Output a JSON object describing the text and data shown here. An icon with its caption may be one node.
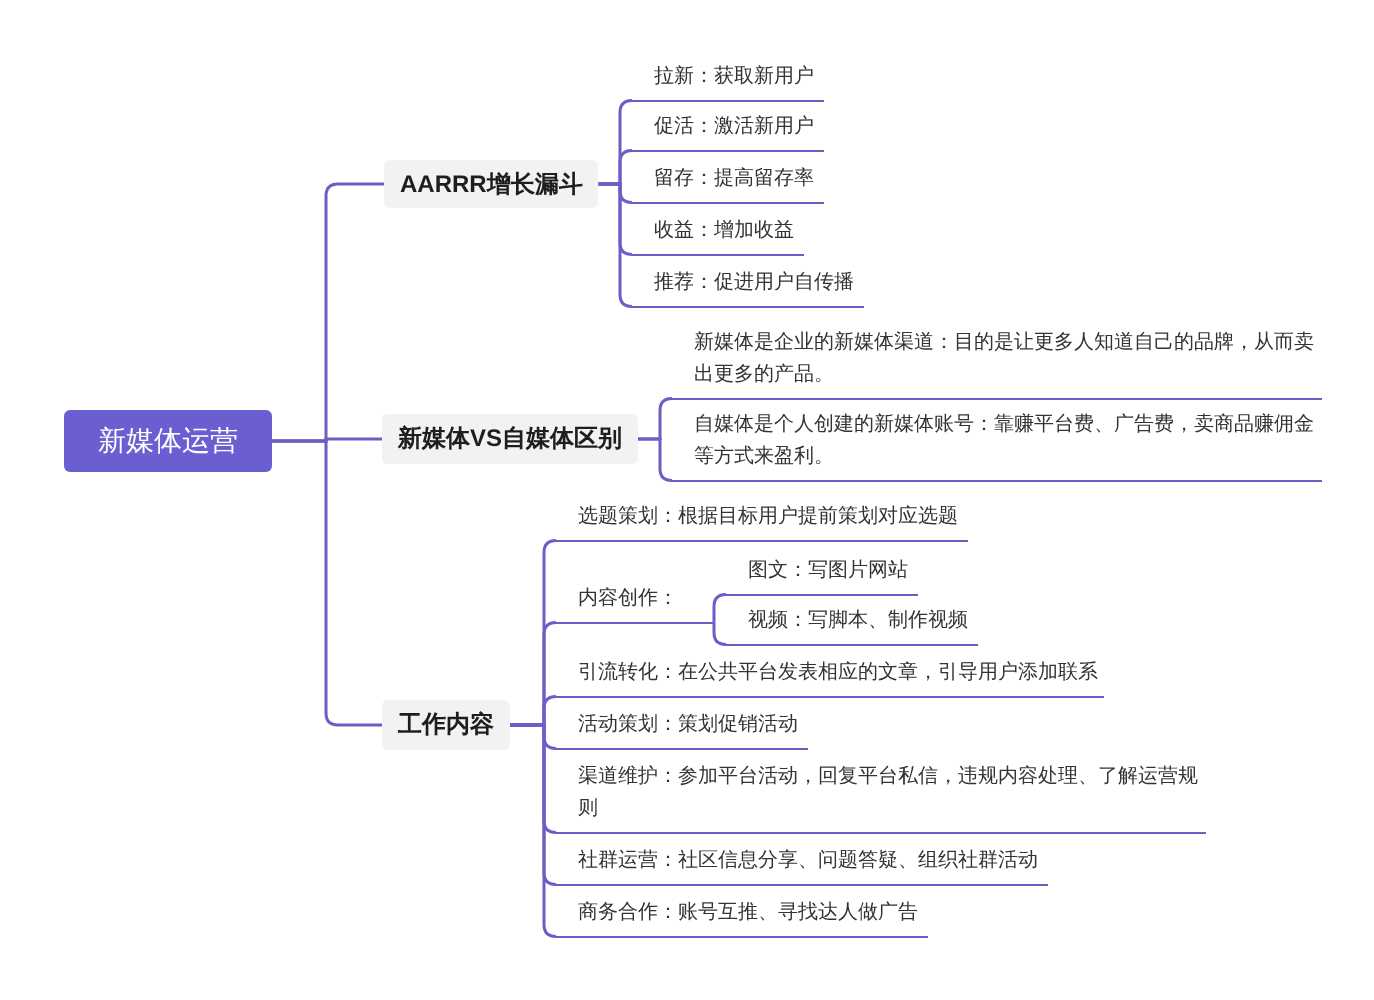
{
  "diagram": {
    "nodes": [
      {
        "text": [
          "新媒体运营"
        ]
      },
      {
        "text": [
          "AARRR增长漏斗"
        ]
      },
      {
        "text": [
          "拉新：获取新用户"
        ]
      },
      {
        "text": [
          "促活：激活新用户"
        ]
      },
      {
        "text": [
          "留存：提高留存率"
        ]
      },
      {
        "text": [
          "收益：增加收益"
        ]
      },
      {
        "text": [
          "推荐：促进用户自传播"
        ]
      },
      {
        "text": [
          "新媒体VS自媒体区别"
        ]
      },
      {
        "text": [
          "新媒体是企业的新媒体渠道：目的是让更多人知道自己的品牌，从而卖出更多的产品。"
        ]
      },
      {
        "text": [
          "自媒体是个人创建的新媒体账号：靠赚平台费、广告费，卖商品赚佣金等方式来盈利。"
        ]
      },
      {
        "text": [
          "工作内容"
        ]
      },
      {
        "text": [
          "选题策划：根据目标用户提前策划对应选题"
        ]
      },
      {
        "text": [
          "内容创作："
        ]
      },
      {
        "text": [
          "图文：写图片网站"
        ]
      },
      {
        "text": [
          "视频：写脚本、制作视频"
        ]
      },
      {
        "text": [
          "引流转化：在公共平台发表相应的文章，引导用户添加联系"
        ]
      },
      {
        "text": [
          "活动策划：策划促销活动"
        ]
      },
      {
        "text": [
          "渠道维护：参加平台活动，回复平台私信，违规内容处理、了解运营规则"
        ]
      },
      {
        "text": [
          "社群运营：社区信息分享、问题答疑、组织社群活动"
        ]
      },
      {
        "text": [
          "商务合作：账号互推、寻找达人做广告"
        ]
      }
    ],
    "edges": [
      {
        "from": 0,
        "to": 1,
        "arrow": "none"
      },
      {
        "from": 0,
        "to": 7,
        "arrow": "none"
      },
      {
        "from": 0,
        "to": 10,
        "arrow": "none"
      },
      {
        "from": 1,
        "to": 2,
        "arrow": "none"
      },
      {
        "from": 1,
        "to": 3,
        "arrow": "none"
      },
      {
        "from": 1,
        "to": 4,
        "arrow": "none"
      },
      {
        "from": 1,
        "to": 5,
        "arrow": "none"
      },
      {
        "from": 1,
        "to": 6,
        "arrow": "none"
      },
      {
        "from": 7,
        "to": 8,
        "arrow": "none"
      },
      {
        "from": 7,
        "to": 9,
        "arrow": "none"
      },
      {
        "from": 10,
        "to": 11,
        "arrow": "none"
      },
      {
        "from": 10,
        "to": 12,
        "arrow": "none"
      },
      {
        "from": 12,
        "to": 13,
        "arrow": "none"
      },
      {
        "from": 12,
        "to": 14,
        "arrow": "none"
      },
      {
        "from": 10,
        "to": 15,
        "arrow": "none"
      },
      {
        "from": 10,
        "to": 16,
        "arrow": "none"
      },
      {
        "from": 10,
        "to": 17,
        "arrow": "none"
      },
      {
        "from": 10,
        "to": 18,
        "arrow": "none"
      },
      {
        "from": 10,
        "to": 19,
        "arrow": "none"
      }
    ]
  }
}
